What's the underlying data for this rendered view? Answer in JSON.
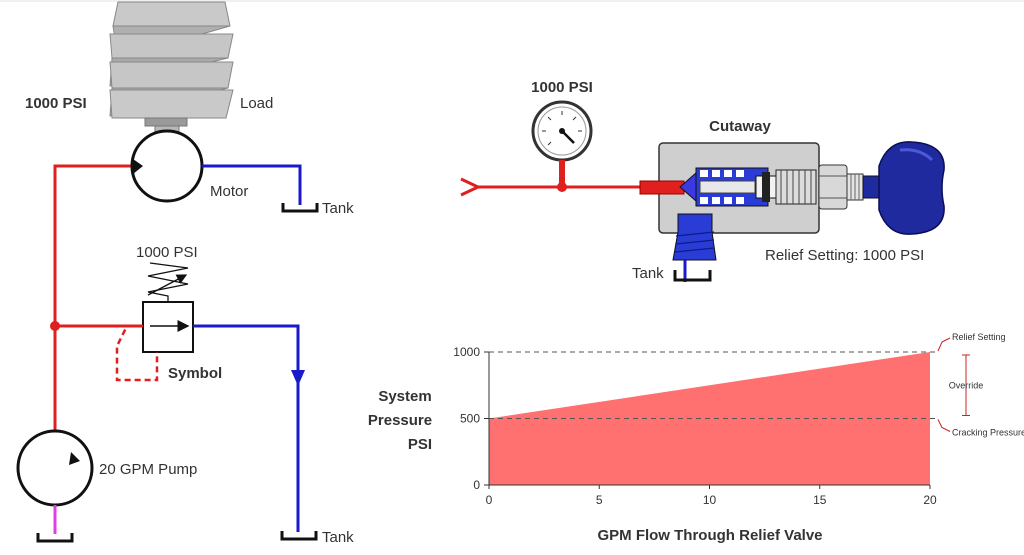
{
  "left_diagram": {
    "load_pressure": "1000 PSI",
    "load_label": "Load",
    "motor_label": "Motor",
    "tank_top_label": "Tank",
    "relief_pressure": "1000 PSI",
    "symbol_label": "Symbol",
    "pump_label": "20 GPM Pump",
    "tank_bottom_label": "Tank"
  },
  "cutaway_diagram": {
    "gauge_reading": "1000 PSI",
    "title": "Cutaway",
    "tank_label": "Tank",
    "relief_setting": "Relief Setting: 1000 PSI"
  },
  "colors": {
    "pressure_line": "#e01f1f",
    "return_line": "#1a1acc",
    "suction_line": "#e040e0",
    "chart_fill": "#ff7070",
    "knob": "#1f2a9e"
  },
  "chart_data": {
    "type": "area",
    "x": [
      0,
      20
    ],
    "y": [
      500,
      1000
    ],
    "xlabel": "GPM Flow Through Relief Valve",
    "ylabel": "System Pressure PSI",
    "ylabel_lines": [
      "System",
      "Pressure",
      "PSI"
    ],
    "xlim": [
      0,
      20
    ],
    "ylim": [
      0,
      1000
    ],
    "xticks": [
      "0",
      "5",
      "10",
      "15",
      "20"
    ],
    "yticks": [
      "0",
      "500",
      "1000"
    ],
    "annotations": {
      "relief_setting": "Relief Setting",
      "override": "Override",
      "cracking_pressure": "Cracking Pressure"
    }
  }
}
